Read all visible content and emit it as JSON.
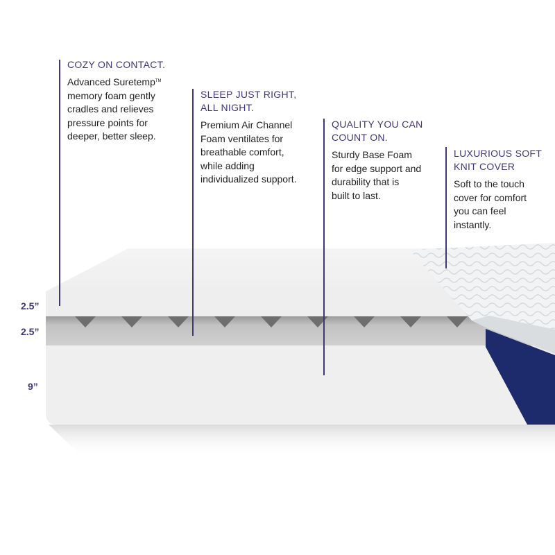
{
  "colors": {
    "accent": "#3f3775",
    "cover_navy": "#1d2a6b"
  },
  "callouts": [
    {
      "title": "COZY ON CONTACT.",
      "body_lines": [
        "Advanced Suretemp",
        "memory foam gently",
        "cradles and relieves",
        "pressure points for",
        "deeper, better sleep."
      ],
      "trademark": "TM"
    },
    {
      "title": "SLEEP JUST RIGHT,\nALL NIGHT.",
      "body": "Premium Air Channel\nFoam ventilates for\nbreathable comfort,\nwhile adding\nindividualized support."
    },
    {
      "title": "QUALITY YOU CAN\nCOUNT ON.",
      "body": "Sturdy Base Foam\nfor edge support and\ndurability that is\nbuilt to last."
    },
    {
      "title": "LUXURIOUS SOFT\nKNIT COVER",
      "body": "Soft to the touch\ncover for comfort\nyou can feel\ninstantly."
    }
  ],
  "layers": [
    {
      "label": "2.5”"
    },
    {
      "label": "2.5”"
    },
    {
      "label": "9”"
    }
  ]
}
